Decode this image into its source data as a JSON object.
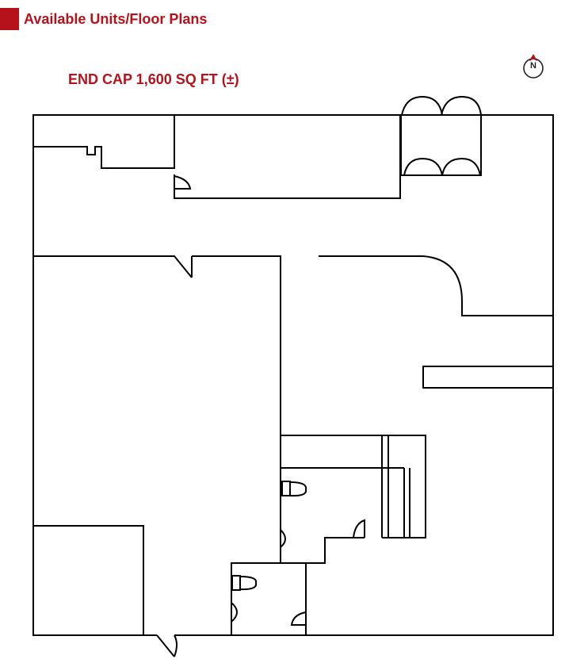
{
  "header": {
    "section_title": "Available Units/Floor Plans",
    "accent_color": "#b5121b"
  },
  "floor_plan": {
    "title": "END CAP 1,600 SQ FT (±)",
    "compass_label": "N",
    "icons": [
      "north-compass-icon",
      "toilet-icon",
      "door-swing-icon",
      "double-door-icon",
      "staircase-icon"
    ]
  }
}
